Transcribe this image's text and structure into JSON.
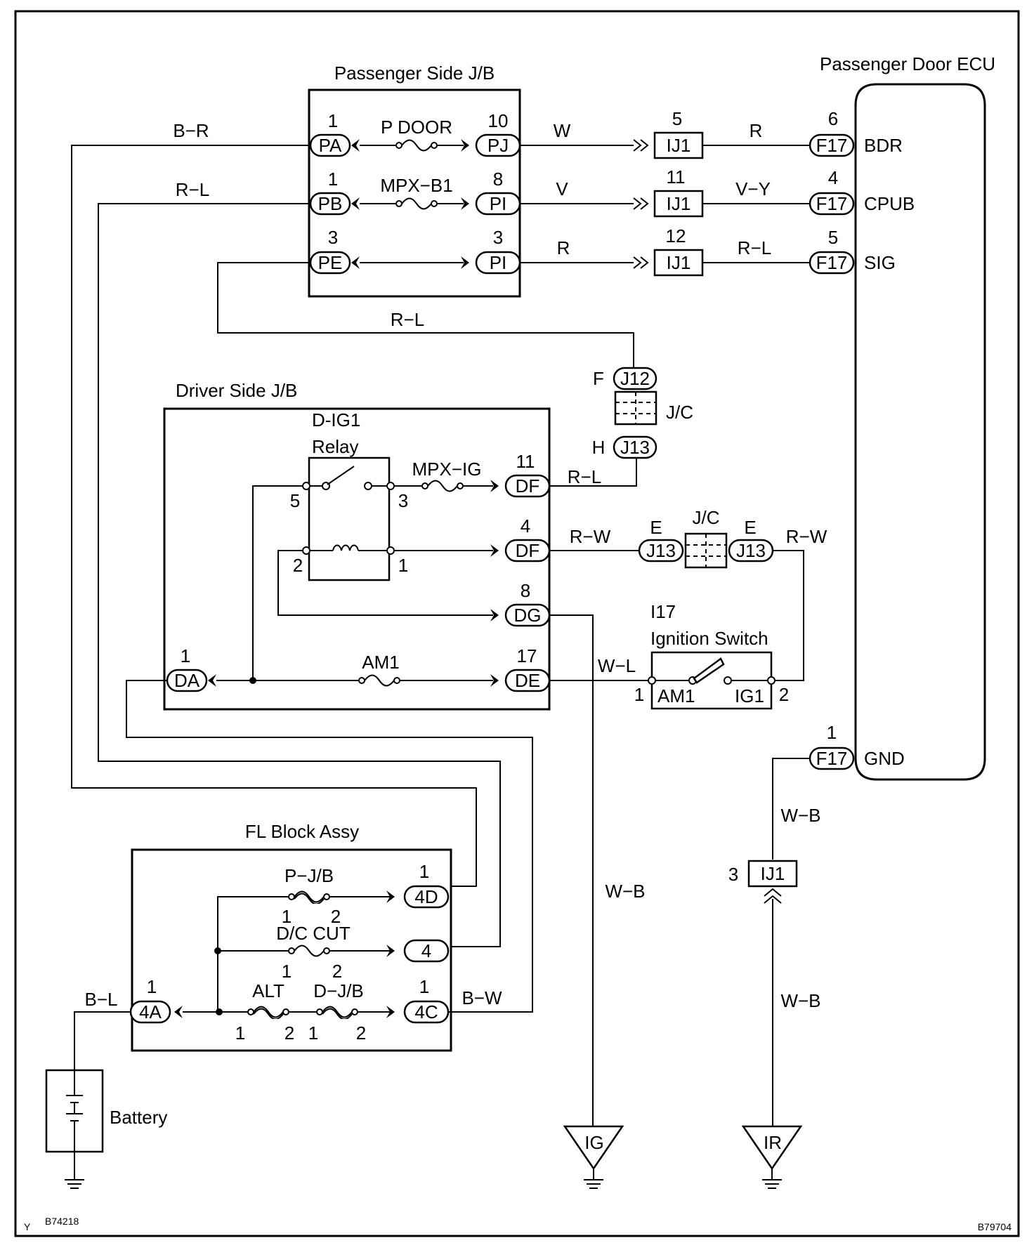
{
  "blocks": {
    "passenger_jb": "Passenger Side J/B",
    "passenger_ecu": "Passenger Door ECU",
    "driver_jb": "Driver Side J/B",
    "relay_name": "D-IG1",
    "relay_word": "Relay",
    "fl_block": "FL Block Assy",
    "ignition_code": "I17",
    "ignition_name": "Ignition Switch",
    "battery": "Battery",
    "jc": "J/C"
  },
  "wires": {
    "b_r": "B−R",
    "r_l": "R−L",
    "w": "W",
    "v": "V",
    "r": "R",
    "v_y": "V−Y",
    "r_w": "R−W",
    "w_l": "W−L",
    "w_b": "W−B",
    "b_l": "B−L",
    "b_w": "B−W"
  },
  "fuses": {
    "p_door": "P DOOR",
    "mpx_b1": "MPX−B1",
    "mpx_ig": "MPX−IG",
    "am1": "AM1",
    "p_jb": "P−J/B",
    "dc_cut": "D/C CUT",
    "alt": "ALT",
    "d_jb": "D−J/B"
  },
  "connectors": {
    "PA": "PA",
    "PB": "PB",
    "PE": "PE",
    "PJ": "PJ",
    "PI": "PI",
    "IJ1": "IJ1",
    "F17": "F17",
    "J12": "J12",
    "J13": "J13",
    "DF": "DF",
    "DG": "DG",
    "DE": "DE",
    "DA": "DA",
    "4D": "4D",
    "4": "4",
    "4C": "4C",
    "4A": "4A"
  },
  "ecu_terminals": {
    "bdr": "BDR",
    "cpub": "CPUB",
    "sig": "SIG",
    "gnd": "GND"
  },
  "switch_terminals": {
    "am1": "AM1",
    "ig1": "IG1"
  },
  "pins": {
    "pa": "1",
    "pj": "10",
    "pb": "1",
    "pi_top": "8",
    "pe": "3",
    "pi_bot": "3",
    "ij1_a": "5",
    "ij1_b": "11",
    "ij1_c": "12",
    "ij1_gnd": "3",
    "f17_a": "6",
    "f17_b": "4",
    "f17_c": "5",
    "f17_gnd": "1",
    "jc_f": "F",
    "jc_h": "H",
    "jc_e1": "E",
    "jc_e2": "E",
    "relay_5": "5",
    "relay_3": "3",
    "relay_2": "2",
    "relay_1": "1",
    "df_a": "11",
    "df_b": "4",
    "dg": "8",
    "de": "17",
    "da": "1",
    "sw_1": "1",
    "sw_2": "2",
    "4d": "1",
    "4c": "1",
    "4a": "1",
    "fuse_1": "1",
    "fuse_2": "2"
  },
  "grounds": {
    "ig": "IG",
    "ir": "IR"
  },
  "footer": {
    "left_letter": "Y",
    "left_code": "B74218",
    "right_code": "B79704"
  }
}
